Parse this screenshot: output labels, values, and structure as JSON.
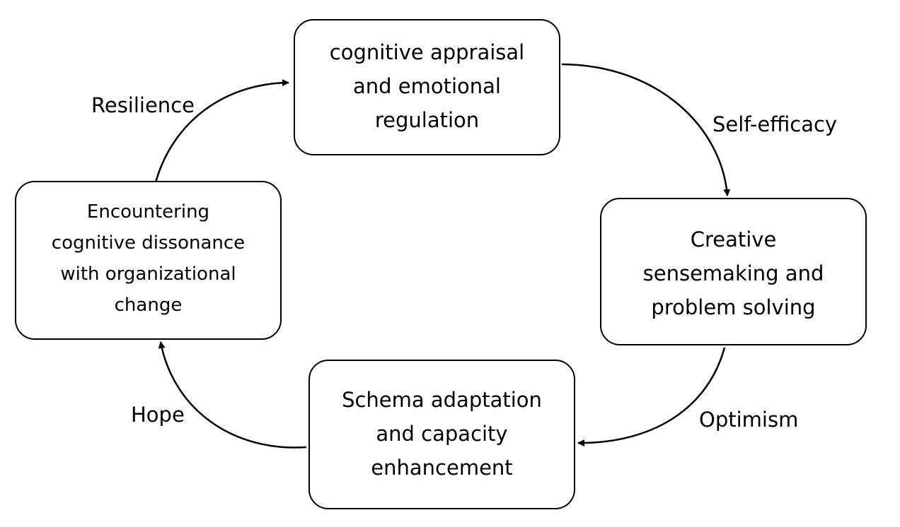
{
  "nodes": {
    "top": "cognitive appraisal\nand emotional\nregulation",
    "right": "Creative\nsensemaking and\nproblem solving",
    "bottom": "Schema adaptation\nand capacity\nenhancement",
    "left": "Encountering\ncognitive dissonance\nwith organizational\nchange"
  },
  "edges": {
    "left_to_top": "Resilience",
    "top_to_right": "Self-efficacy",
    "right_to_bottom": "Optimism",
    "bottom_to_left": "Hope"
  },
  "colors": {
    "stroke": "#000000",
    "background": "#ffffff"
  }
}
